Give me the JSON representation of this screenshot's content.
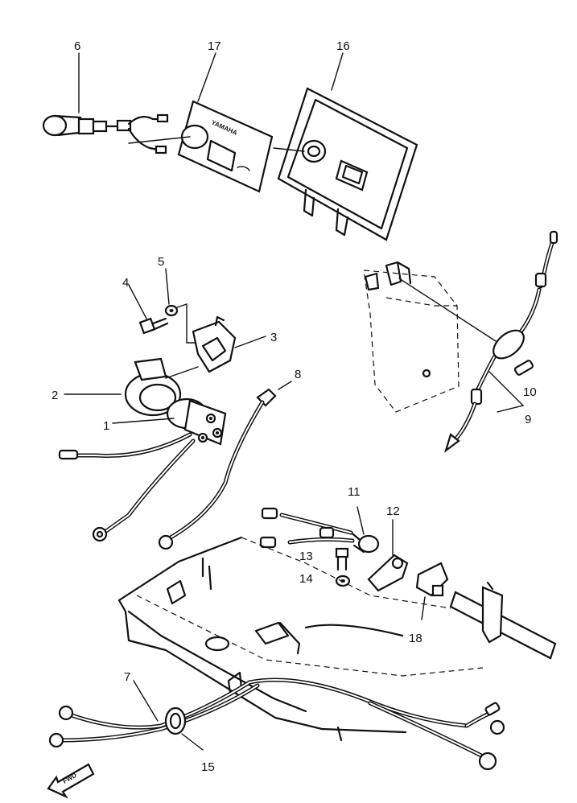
{
  "labels": {
    "l1": "1",
    "l2": "2",
    "l3": "3",
    "l4": "4",
    "l5": "5",
    "l6": "6",
    "l7": "7",
    "l8": "8",
    "l9": "9",
    "l10": "10",
    "l11": "11",
    "l12": "12",
    "l13": "13",
    "l14": "14",
    "l15": "15",
    "l16": "16",
    "l17": "17",
    "l18": "18"
  },
  "plate_brand": "YAMAHA",
  "fwd": "FWD"
}
